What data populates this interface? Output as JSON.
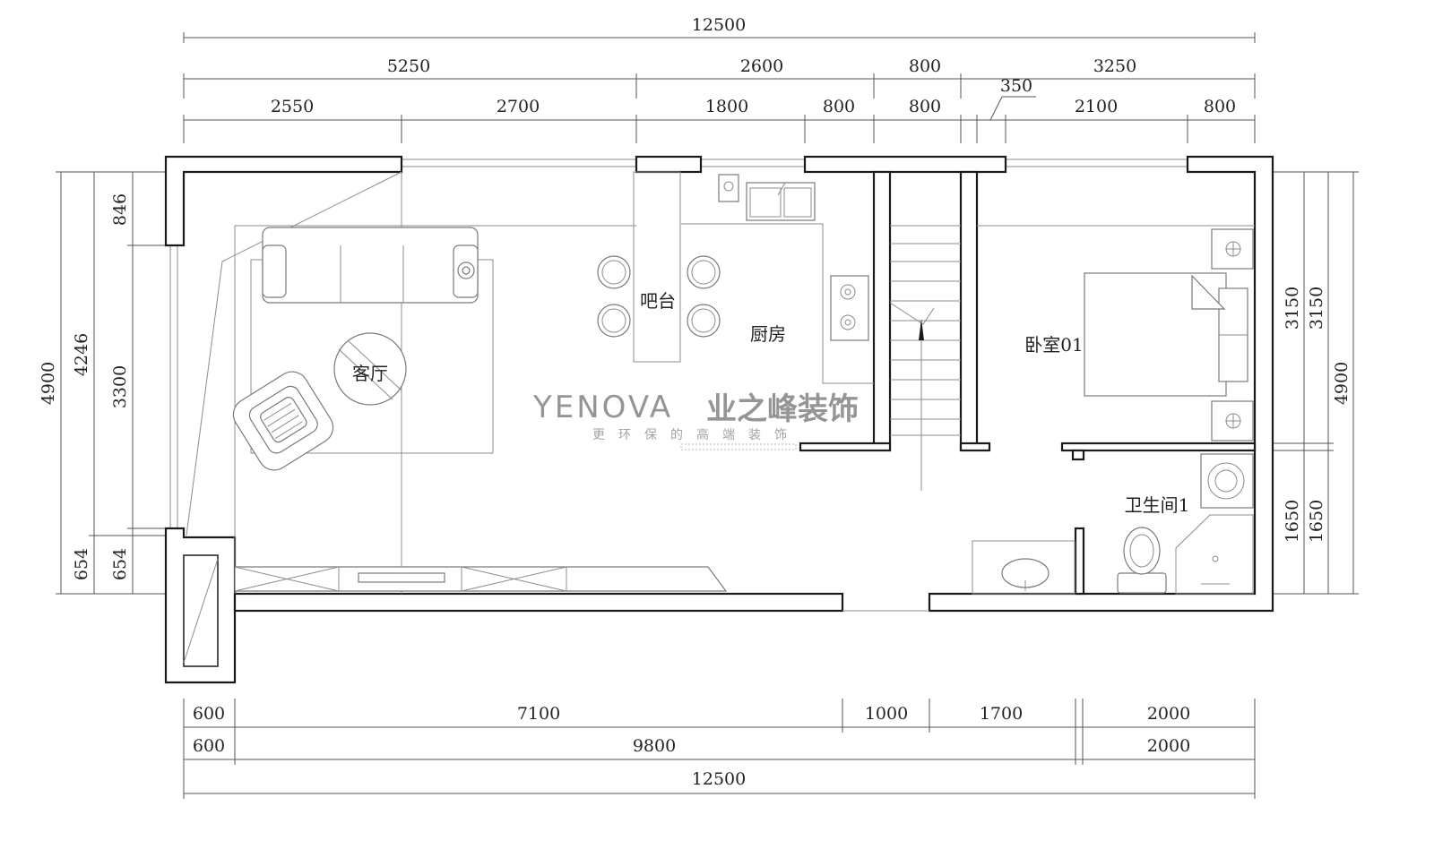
{
  "dimensions": {
    "top_total": "12500",
    "top_row1": [
      "5250",
      "2600",
      "800",
      "3250"
    ],
    "top_row2": [
      "2550",
      "2700",
      "1800",
      "800",
      "800",
      "350",
      "2100",
      "800"
    ],
    "bottom_row1": [
      "600",
      "7100",
      "1000",
      "1700",
      "2000"
    ],
    "bottom_row2": [
      "600",
      "9800",
      "2000"
    ],
    "bottom_total": "12500",
    "left_outer": "4900",
    "left_mid": "4246",
    "left_inner": [
      "846",
      "3300",
      "654"
    ],
    "left_mid_lower": "654",
    "right_inner": [
      "3150",
      "1650"
    ],
    "right_mid": [
      "3150",
      "1650"
    ],
    "right_outer": "4900"
  },
  "rooms": {
    "living": "客厅",
    "bar": "吧台",
    "kitchen": "厨房",
    "bedroom": "卧室01",
    "bathroom": "卫生间1"
  },
  "watermark": {
    "brand_latin": "YENOVA",
    "brand_cn": "业之峰装饰",
    "tagline": "更环保的高端装饰"
  },
  "colors": {
    "wall": "#1a1a1a",
    "line": "#8c8c8c",
    "watermark": "#8a8a8a"
  }
}
